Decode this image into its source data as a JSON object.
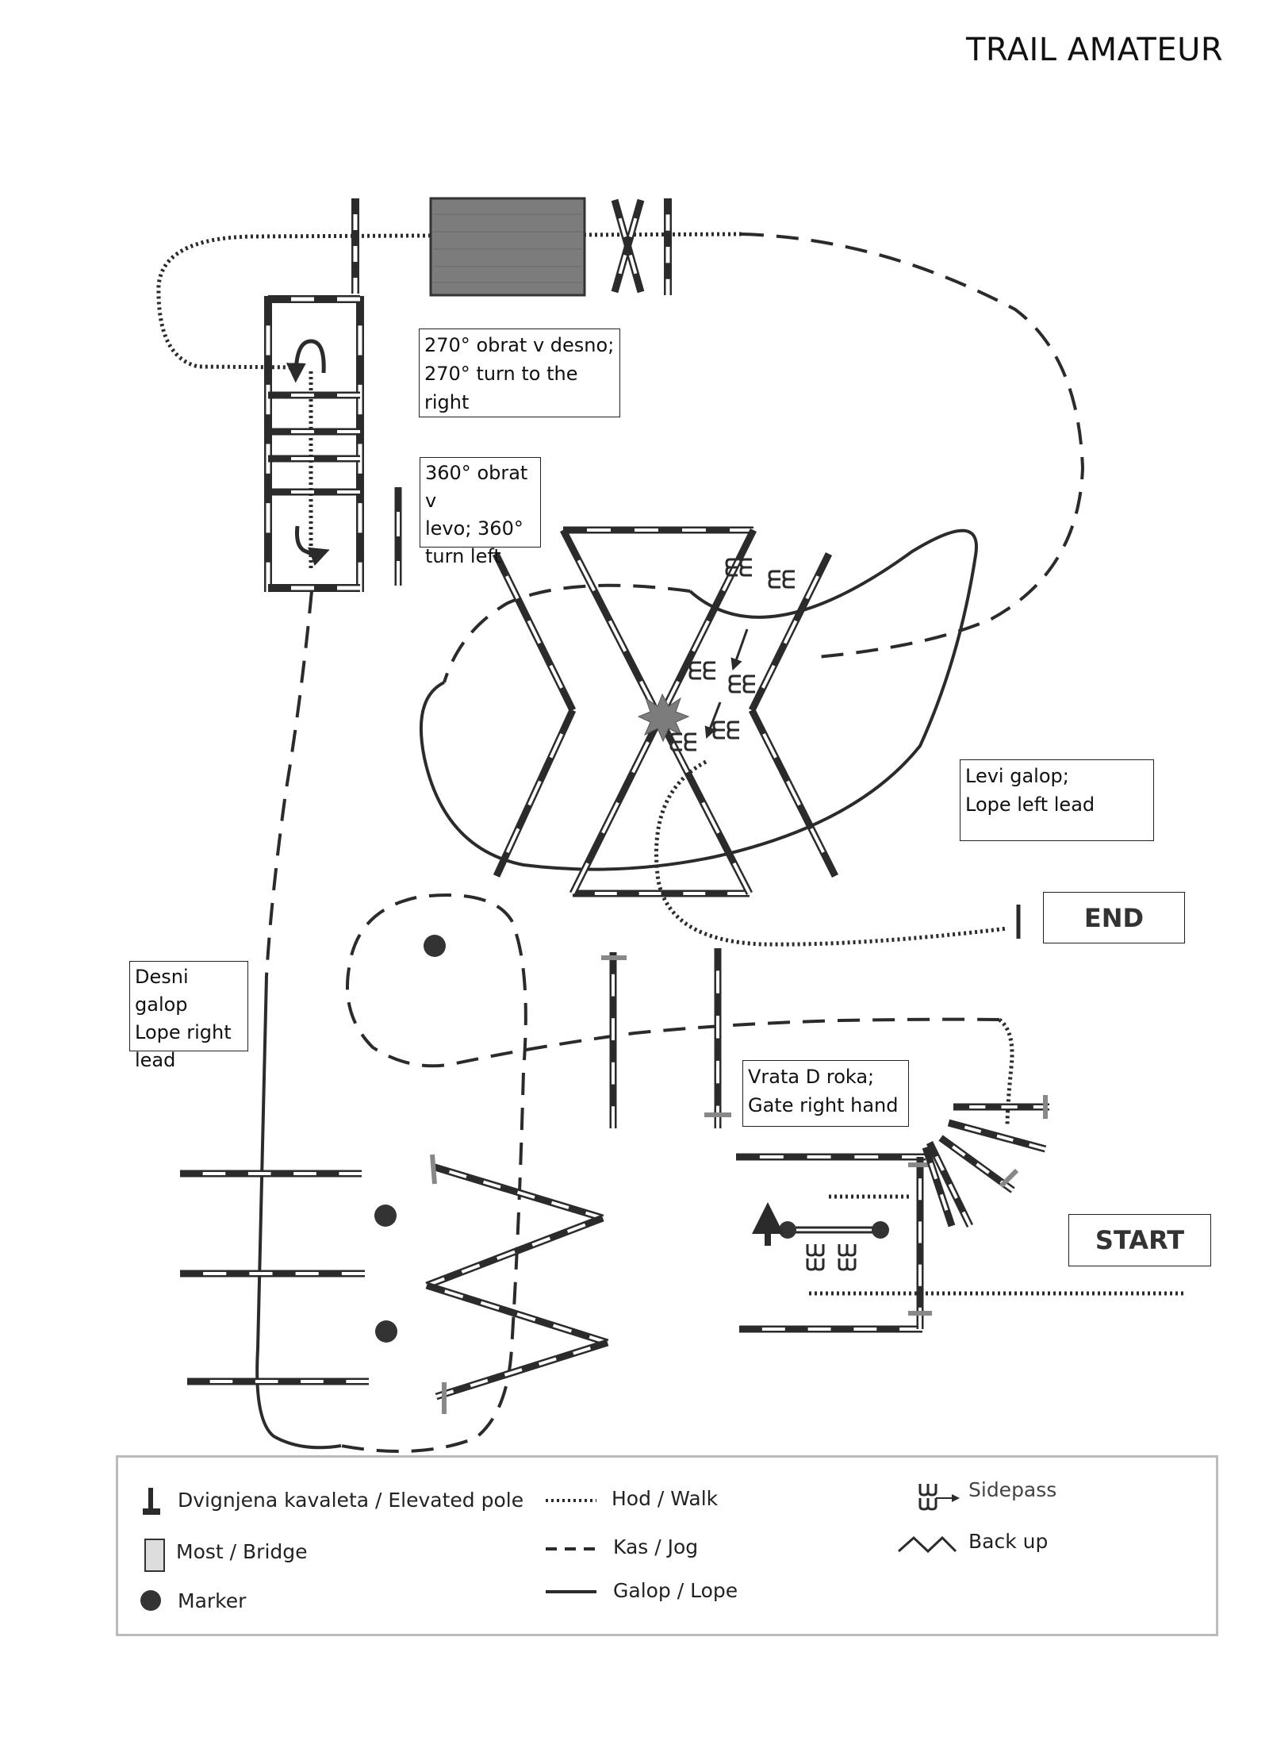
{
  "title": "TRAIL AMATEUR",
  "notes": {
    "turn270": "270° obrat v desno;\n270° turn to the right",
    "turn360": "360° obrat v\nlevo; 360°\nturn left",
    "lope_left": "Levi galop;\nLope left lead",
    "lope_right": "Desni galop\nLope right\nlead",
    "gate": "Vrata D roka;\nGate right hand"
  },
  "markers": {
    "end": "END",
    "start": "START"
  },
  "legend": {
    "elevated_pole": "Dvignjena kavaleta / Elevated pole",
    "bridge": "Most / Bridge",
    "marker": "Marker",
    "walk": "Hod / Walk",
    "jog": "Kas / Jog",
    "lope": "Galop / Lope",
    "sidepass": "Sidepass",
    "backup": "Back up"
  },
  "colors": {
    "ink": "#2b2b2b",
    "bridge_fill": "#7c7c7c",
    "legend_border": "#bbbbbb"
  }
}
